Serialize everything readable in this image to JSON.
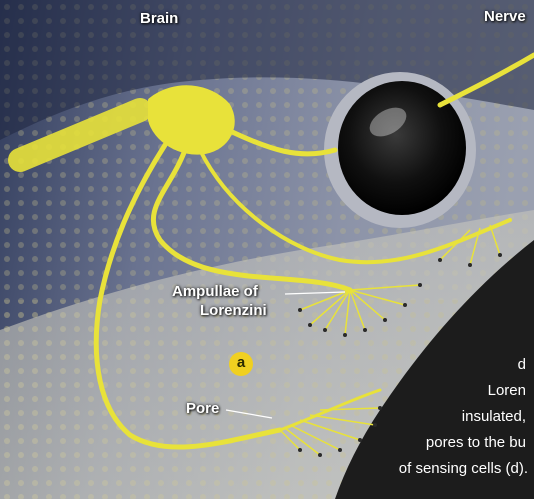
{
  "labels": {
    "brain": "Brain",
    "nerve": "Nerve",
    "ampullae_line1": "Ampullae of",
    "ampullae_line2": "Lorenzini",
    "pore": "Pore",
    "figure_letter": "a"
  },
  "caption_lines": [
    "d",
    "Loren",
    "insulated,",
    "pores to the bu",
    "of sensing cells (d)."
  ],
  "colors": {
    "nerve": "#e8e23a",
    "badge": "#f0d020",
    "panel": "#1c1c1c",
    "eye": "#0e0e0e"
  }
}
